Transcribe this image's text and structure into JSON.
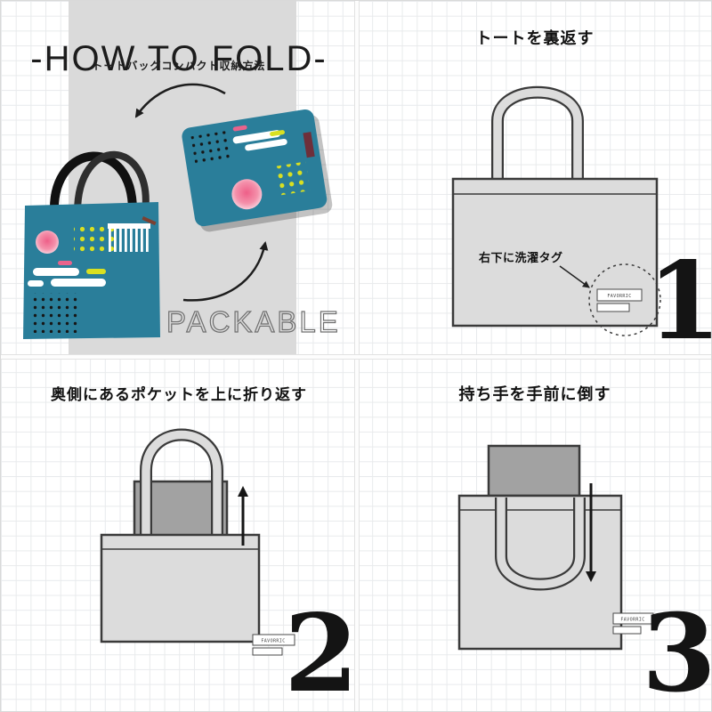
{
  "intro": {
    "title": "-HOW TO FOLD-",
    "subtitle": "トートバッグコンパクト収納方法",
    "packable_label": "PACKABLE"
  },
  "steps": {
    "step1": {
      "title": "トートを裏返す",
      "note": "右下に洗濯タグ",
      "number": "1",
      "tag_label": "FAVORRIC"
    },
    "step2": {
      "title": "奥側にあるポケットを上に折り返す",
      "number": "2",
      "tag_label": "FAVORRIC"
    },
    "step3": {
      "title": "持ち手を手前に倒す",
      "number": "3",
      "tag_label": "FAVORRIC"
    }
  },
  "colors": {
    "tote_teal": "#2a7e9a",
    "bag_gray": "#dcdcdc",
    "pocket_gray": "#a2a2a2",
    "outline": "#3a3a3a",
    "accent_yellow": "#d9e021",
    "accent_pink": "#e8638c",
    "band_gray": "#dadada",
    "grid_line": "#e8eaec",
    "number_black": "#141414"
  }
}
